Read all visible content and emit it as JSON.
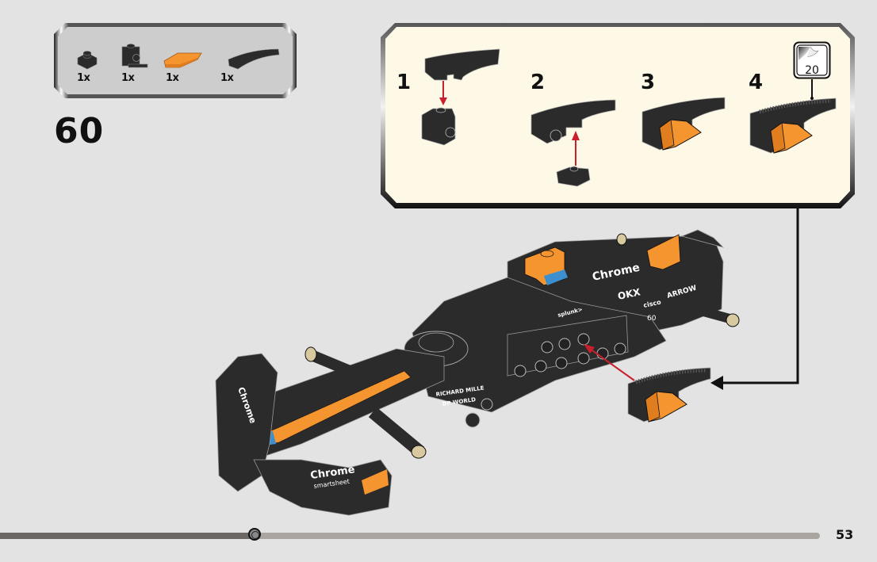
{
  "step": {
    "number": "60"
  },
  "parts_list": {
    "items": [
      {
        "name": "plate-1x1",
        "color": "black",
        "qty": "1x"
      },
      {
        "name": "brick-1x1-with-stud-on-side",
        "color": "black",
        "qty": "1x"
      },
      {
        "name": "slope-tile",
        "color": "orange",
        "qty": "1x"
      },
      {
        "name": "curved-slope",
        "color": "black",
        "qty": "1x"
      }
    ]
  },
  "sub_assembly": {
    "steps": [
      {
        "label": "1"
      },
      {
        "label": "2"
      },
      {
        "label": "3"
      },
      {
        "label": "4"
      }
    ],
    "sticker_ref": {
      "number": "20"
    }
  },
  "model": {
    "sponsor_texts": [
      "Chrome",
      "OKX",
      "cisco",
      "splunk",
      "ARROW",
      "RICHARD MILLE",
      "DP WORLD",
      "smartsheet",
      "60"
    ]
  },
  "progress": {
    "fraction": 0.31
  },
  "page": {
    "number": "53"
  },
  "colors": {
    "background": "#e3e3e3",
    "callout_bg": "#fdf9e6",
    "parts_bg": "#cdcdcd",
    "brick_black": "#2b2b2b",
    "brick_orange": "#f5952f",
    "arrow_red": "#c8202c",
    "outline": "#111111"
  }
}
